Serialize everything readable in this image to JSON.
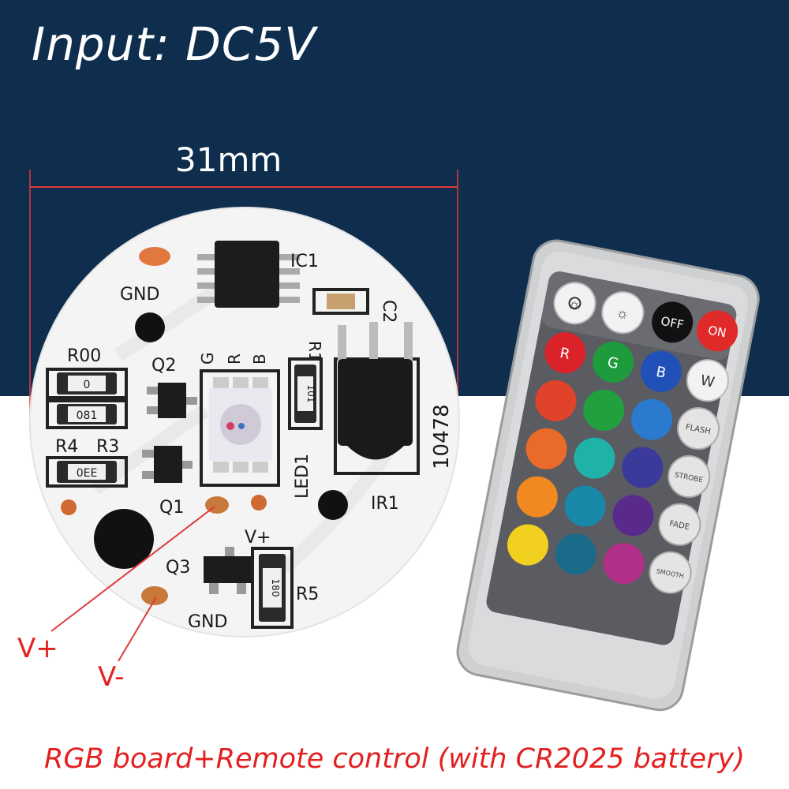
{
  "header": {
    "title": "Input: DC5V"
  },
  "dimension": {
    "label": "31mm"
  },
  "board": {
    "labels": {
      "gnd_top": "GND",
      "ic1": "IC1",
      "c2": "C2",
      "r00": "R00",
      "q2": "Q2",
      "gnd_bottom": "GND",
      "r4": "R4",
      "r3": "R3",
      "q1": "Q1",
      "q3": "Q3",
      "v_plus": "V+",
      "r5": "R5",
      "led1": "LED1",
      "ir1": "IR1",
      "r1": "R1",
      "serial": "10478",
      "g": "G",
      "r": "R",
      "b": "B"
    },
    "resistor_codes": {
      "r00": "0",
      "r4_top": "081",
      "r3": "0EE",
      "r1": "101",
      "r5": "180"
    }
  },
  "wires": {
    "v_plus": "V+",
    "v_minus": "V-"
  },
  "remote": {
    "buttons": {
      "off": "OFF",
      "on": "ON",
      "r": "R",
      "g": "G",
      "b": "B",
      "w": "W",
      "flash": "FLASH",
      "strobe": "STROBE",
      "fade": "FADE",
      "smooth": "SMOOTH"
    },
    "colors": {
      "row1": [
        "#d9222a",
        "#1e9b3c",
        "#2050b8"
      ],
      "row2": [
        "#e0432a",
        "#22a040",
        "#2a7ad0"
      ],
      "row3": [
        "#ea6a2a",
        "#1fb2a8",
        "#3a3a9a"
      ],
      "row4": [
        "#f08a20",
        "#1888a8",
        "#5a2a8a"
      ],
      "row5": [
        "#f2d020",
        "#1a6a8a",
        "#b0308a"
      ]
    }
  },
  "caption": "RGB board+Remote control (with CR2025 battery)"
}
